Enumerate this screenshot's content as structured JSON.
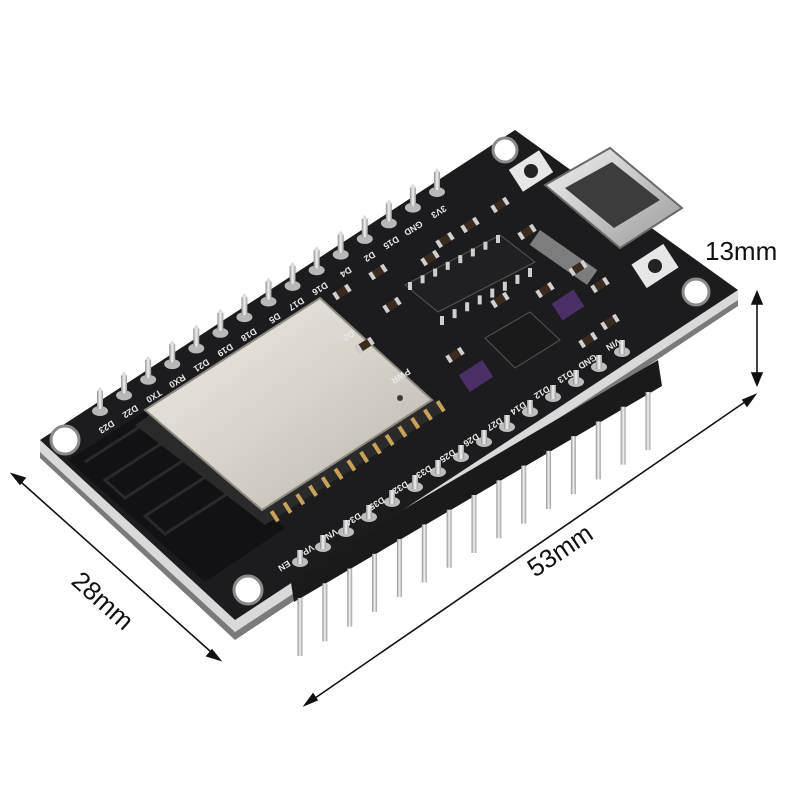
{
  "dimensions": {
    "width": "53mm",
    "depth": "28mm",
    "height": "13mm"
  },
  "board": {
    "top_pins": [
      "3V3",
      "GND",
      "D15",
      "D2",
      "D4",
      "D16",
      "D17",
      "D5",
      "D18",
      "D19",
      "D21",
      "RX0",
      "TX0",
      "D22",
      "D23"
    ],
    "bottom_pins": [
      "EN",
      "VP",
      "VN",
      "D34",
      "D35",
      "D32",
      "D33",
      "D25",
      "D26",
      "D27",
      "D14",
      "D12",
      "D13",
      "GND",
      "VIN"
    ],
    "led_labels": [
      "D2",
      "PWR"
    ]
  },
  "colors": {
    "pcb": "#1c1c1e",
    "pcb_edge": "#d9d9d9",
    "shield": "#d8d4cc",
    "pin": "#c8c8c8",
    "header": "#1a1a1a"
  }
}
